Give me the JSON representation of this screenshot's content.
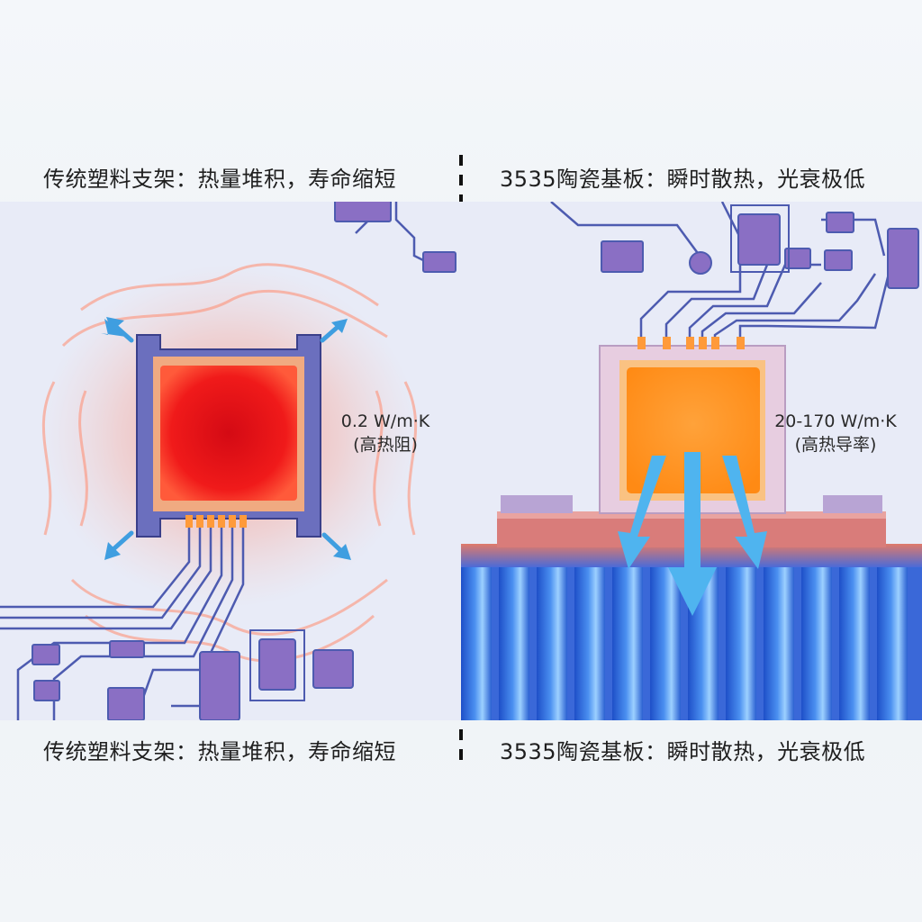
{
  "captions": {
    "left_top": "传统塑料支架：热量堆积，寿命缩短",
    "right_top": "3535陶瓷基板：瞬时散热，光衰极低",
    "left_bottom": "传统塑料支架：热量堆积，寿命缩短",
    "right_bottom": "3535陶瓷基板：瞬时散热，光衰极低"
  },
  "left_panel": {
    "conductivity": "0.2 W/m·K",
    "note": "(高热阻)",
    "chip_color": "#f01a1a",
    "heat_color": "#ff7a5a"
  },
  "right_panel": {
    "conductivity": "20-170 W/m·K",
    "note": "(高热导率)",
    "chip_color": "#ff9a1f",
    "arrow_color": "#4fb4ef",
    "heatsink_color": "#2c6fd8"
  },
  "colors": {
    "trace": "#4d5bb0",
    "component": "#8a6fc4",
    "panel_bg": "#e8ebf7"
  }
}
